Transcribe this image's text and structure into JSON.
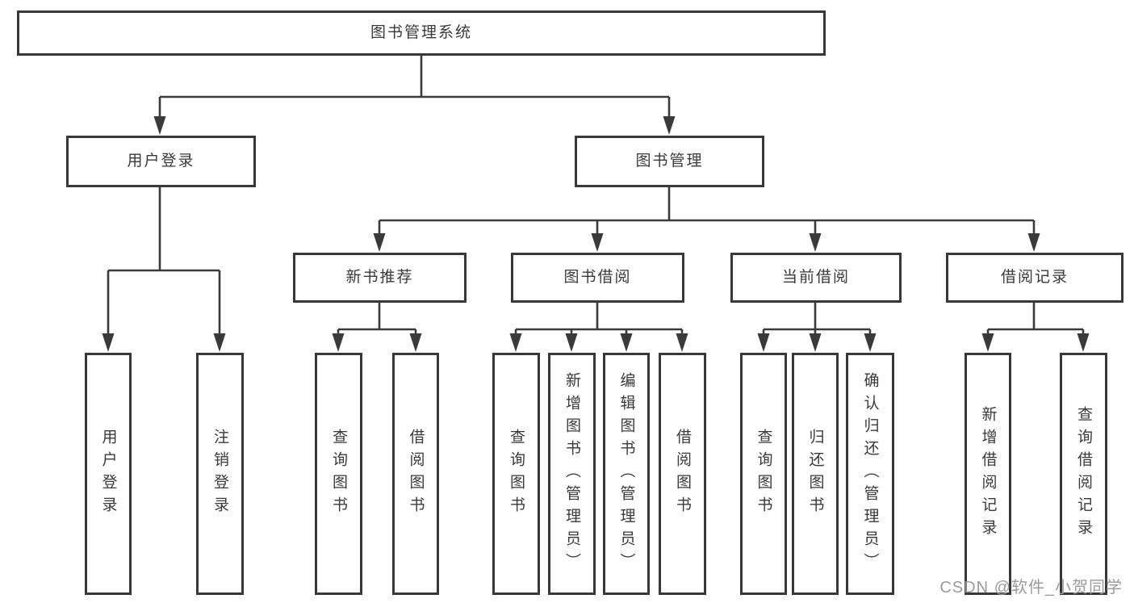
{
  "diagram_type": "hierarchy-tree",
  "tree": {
    "root": {
      "label": "图书管理系统",
      "children": [
        {
          "label": "用户登录",
          "children": [
            {
              "label": "用户登录"
            },
            {
              "label": "注销登录"
            }
          ]
        },
        {
          "label": "图书管理",
          "children": [
            {
              "label": "新书推荐",
              "children": [
                {
                  "label": "查询图书"
                },
                {
                  "label": "借阅图书"
                }
              ]
            },
            {
              "label": "图书借阅",
              "children": [
                {
                  "label": "查询图书"
                },
                {
                  "label": "新增图书（管理员）"
                },
                {
                  "label": "编辑图书（管理员）"
                },
                {
                  "label": "借阅图书"
                }
              ]
            },
            {
              "label": "当前借阅",
              "children": [
                {
                  "label": "查询图书"
                },
                {
                  "label": "归还图书"
                },
                {
                  "label": "确认归还（管理员）"
                }
              ]
            },
            {
              "label": "借阅记录",
              "children": [
                {
                  "label": "新增借阅记录"
                },
                {
                  "label": "查询借阅记录"
                }
              ]
            }
          ]
        }
      ]
    }
  },
  "watermark": "CSDN @软件_小贺同学",
  "colors": {
    "border": "#383838",
    "line": "#3a3a3a",
    "text": "#3a3a3a",
    "watermark": "#9b9b9b",
    "background": "#ffffff"
  }
}
